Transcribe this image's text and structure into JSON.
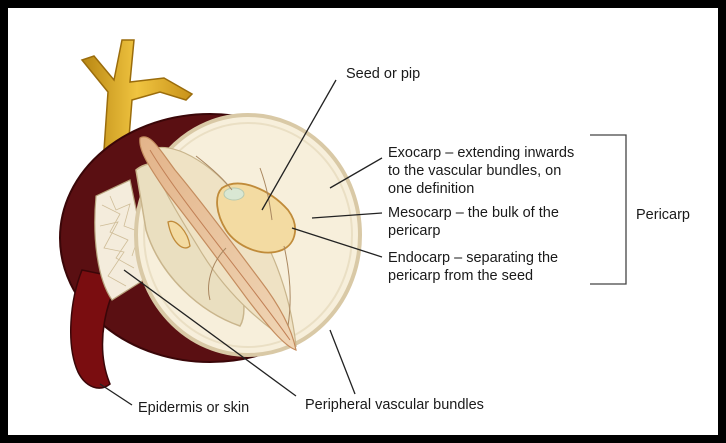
{
  "labels": {
    "seed": "Seed or pip",
    "exocarp": [
      "Exocarp – extending inwards",
      "to the vascular bundles, on",
      "one definition"
    ],
    "mesocarp": [
      "Mesocarp – the bulk of the",
      "pericarp"
    ],
    "endocarp": [
      "Endocarp – separating the",
      "pericarp from the seed"
    ],
    "pericarp": "Pericarp",
    "epidermis": "Epidermis or skin",
    "vascular": "Peripheral vascular bundles"
  },
  "colors": {
    "skin": "#5a0f12",
    "skin_flap": "#7a0d10",
    "flesh": "#f7efdb",
    "flesh_rim": "#e8dcc0",
    "core": "#e9c9a4",
    "seed": "#f3dba2",
    "stem": "#d9a52a",
    "frame": "#000000"
  }
}
